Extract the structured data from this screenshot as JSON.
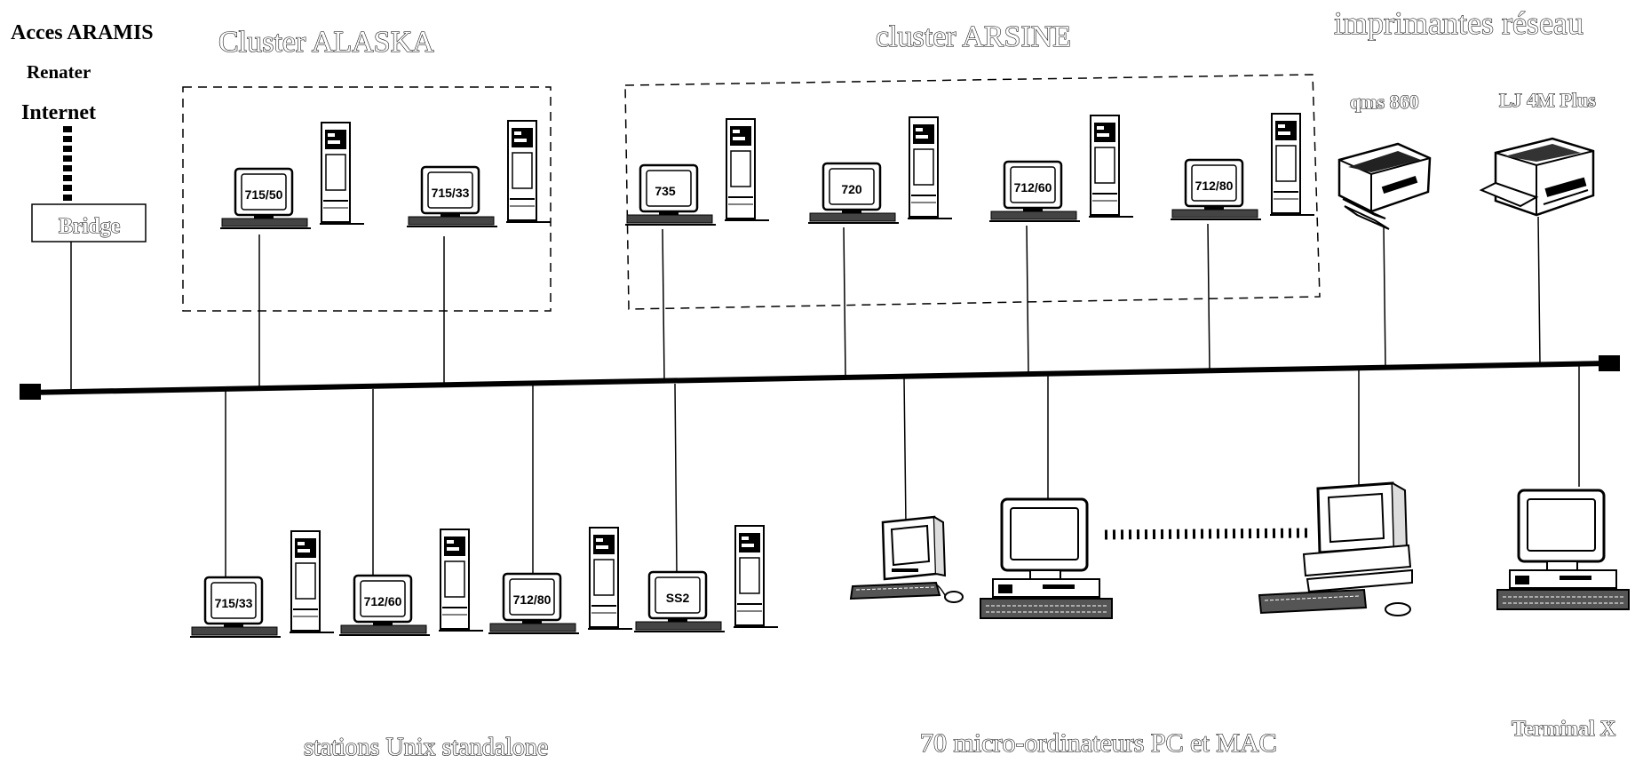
{
  "internet": {
    "title": "Acces ARAMIS",
    "line2": "Renater",
    "line3": "Internet",
    "bridge": "Bridge"
  },
  "cluster_alaska": {
    "title": "Cluster ALASKA",
    "stations": [
      "715/50",
      "715/33"
    ]
  },
  "cluster_arsine": {
    "title": "cluster ARSINE",
    "stations": [
      "735",
      "720",
      "712/60",
      "712/80"
    ]
  },
  "printers": {
    "title": "imprimantes réseau",
    "items": [
      "qms 860",
      "LJ 4M Plus"
    ]
  },
  "standalone": {
    "label": "stations Unix standalone",
    "stations": [
      "715/33",
      "712/60",
      "712/80",
      "SS2"
    ]
  },
  "micro": {
    "label": "70  micro-ordinateurs PC et MAC"
  },
  "terminal": {
    "label": "Terminal X"
  },
  "icons": {
    "workstation": "unix-workstation-icon",
    "printer": "printer-icon",
    "pc": "pc-computer-icon",
    "mac": "mac-computer-icon",
    "terminal": "x-terminal-icon"
  }
}
